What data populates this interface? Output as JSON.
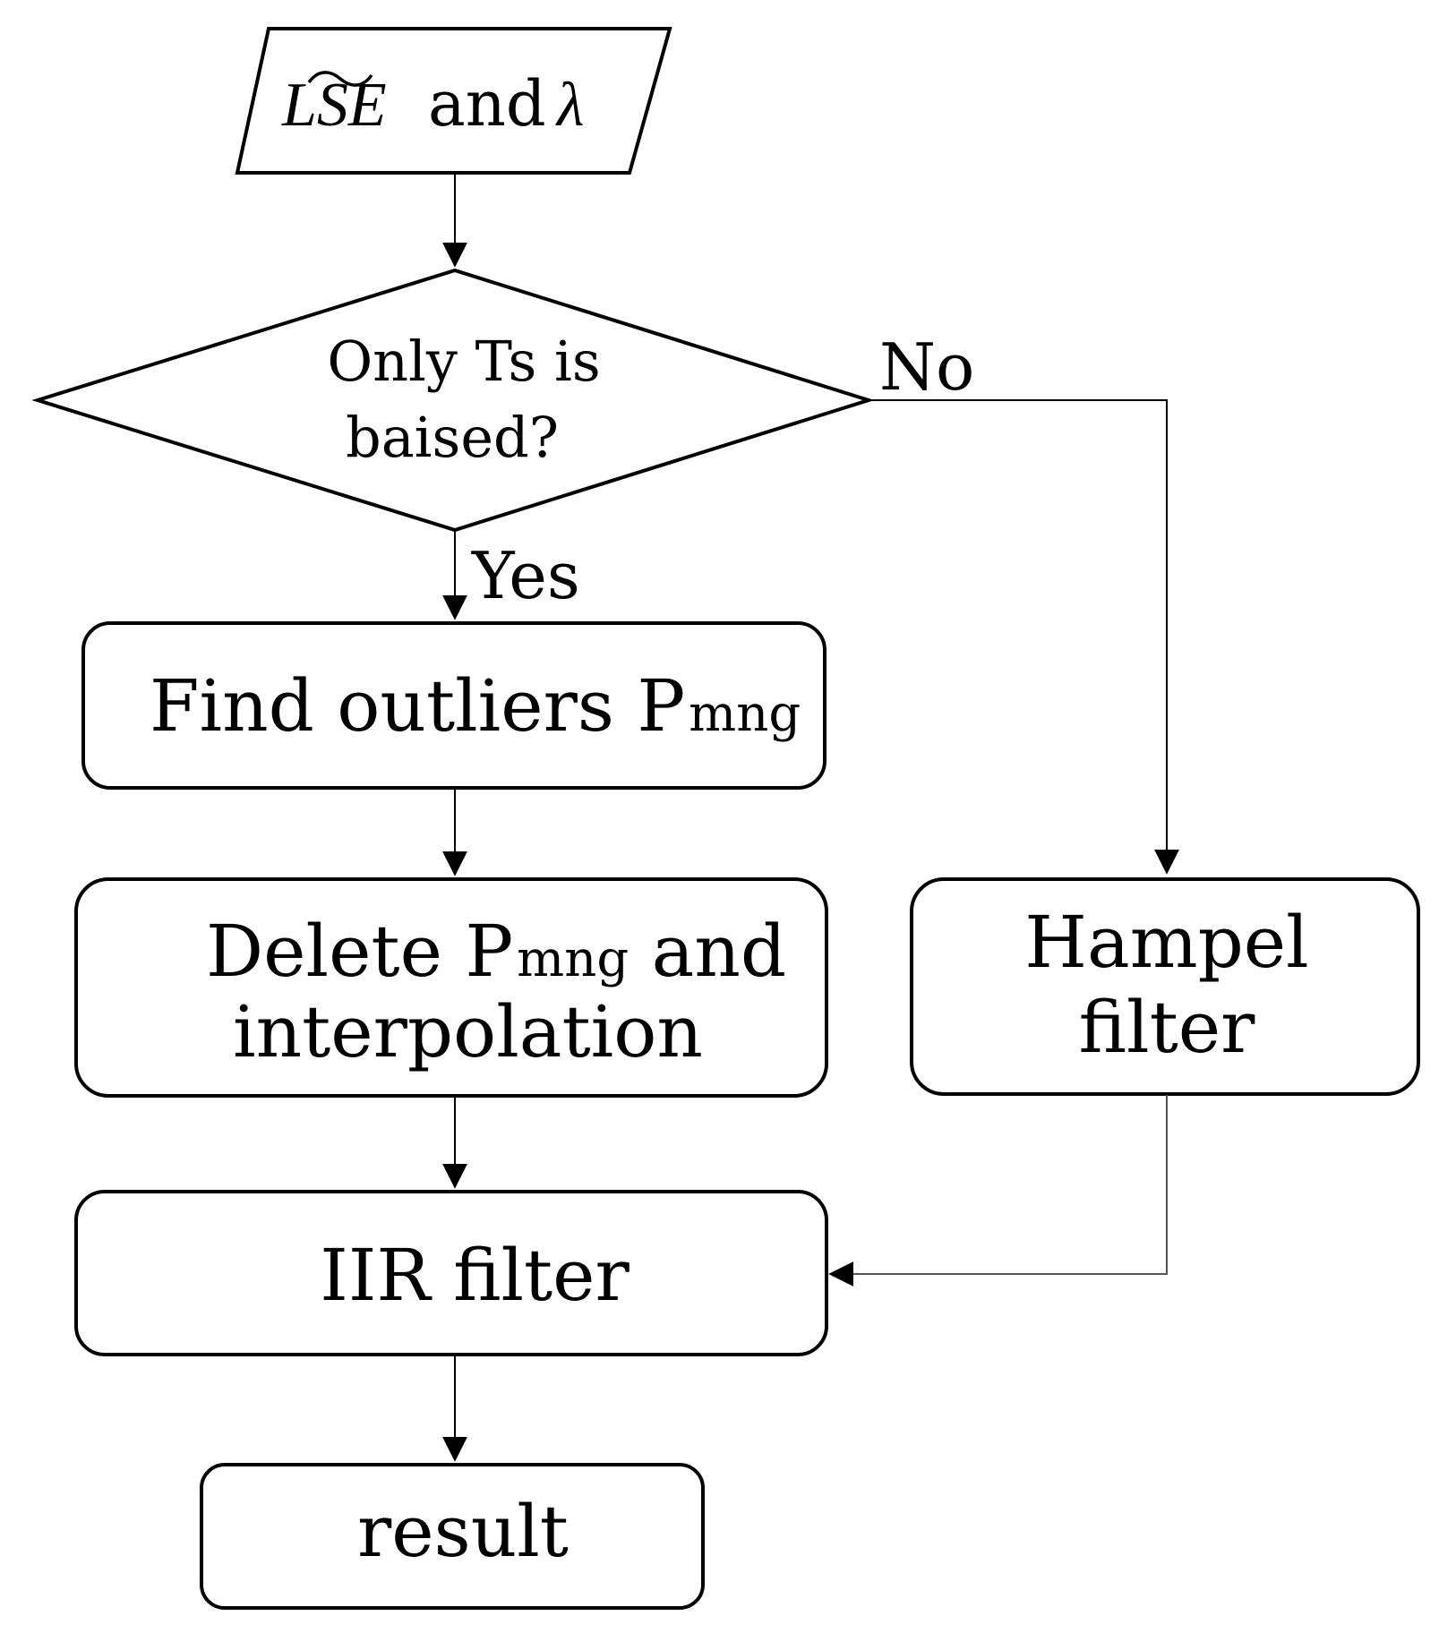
{
  "nodes": {
    "input": {
      "lse": "LSE",
      "and": "and",
      "lambda": "λ"
    },
    "decision": {
      "line1": "Only Ts is",
      "line2": "baised?"
    },
    "find_outliers": {
      "text": "Find outliers P",
      "sub": "mng"
    },
    "delete": {
      "line1_pre": "Delete P",
      "sub": "mng",
      "line1_post": " and",
      "line2": "interpolation"
    },
    "hampel": {
      "line1": "Hampel",
      "line2": "filter"
    },
    "iir": {
      "text": "IIR filter"
    },
    "result": {
      "text": "result"
    }
  },
  "edges": {
    "yes_label": "Yes",
    "no_label": "No"
  }
}
